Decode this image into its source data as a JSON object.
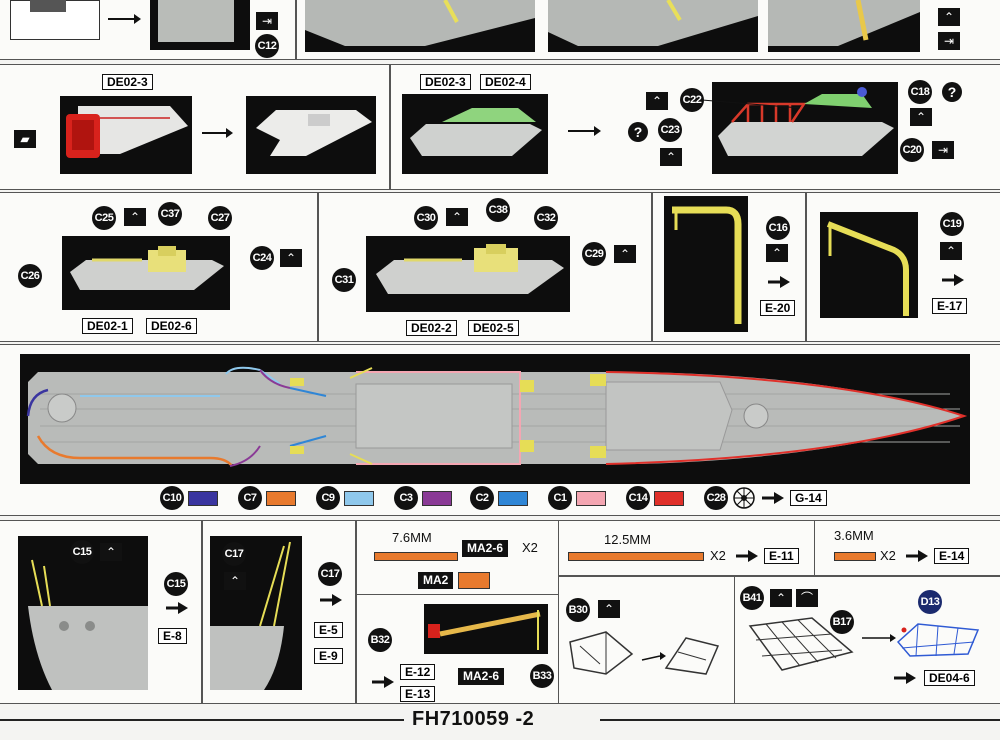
{
  "row1": {
    "ref_c12": "C12"
  },
  "row2": {
    "p1_label": "DE02-3",
    "p2_labels": [
      "DE02-3",
      "DE02-4"
    ],
    "parts": {
      "c22": "C22",
      "c23": "C23",
      "c18": "C18",
      "c20": "C20"
    },
    "question": "?"
  },
  "row3": {
    "boat1": {
      "c25": "C25",
      "c37": "C37",
      "c27": "C27",
      "c24": "C24",
      "c26": "C26",
      "labels": [
        "DE02-1",
        "DE02-6"
      ]
    },
    "boat2": {
      "c30": "C30",
      "c38": "C38",
      "c32": "C32",
      "c29": "C29",
      "c31": "C31",
      "labels": [
        "DE02-2",
        "DE02-5"
      ]
    },
    "crane1": {
      "part": "C16",
      "target": "E-20"
    },
    "crane2": {
      "part": "C19",
      "target": "E-17"
    }
  },
  "legend": {
    "items": [
      {
        "part": "C10",
        "color": "#3a35a0"
      },
      {
        "part": "C7",
        "color": "#e87a2e"
      },
      {
        "part": "C9",
        "color": "#8fc8ec"
      },
      {
        "part": "C3",
        "color": "#8a3a96"
      },
      {
        "part": "C2",
        "color": "#2f86d6"
      },
      {
        "part": "C1",
        "color": "#f4a6b2"
      },
      {
        "part": "C14",
        "color": "#e0302a"
      }
    ],
    "wheel_part": "C28",
    "wheel_target": "G-14"
  },
  "row5": {
    "c15": {
      "part": "C15",
      "targets": [
        "E-8"
      ]
    },
    "c17": {
      "part": "C17",
      "targets": [
        "E-5",
        "E-9"
      ]
    },
    "rod1": {
      "length": "7.6MM",
      "material": "MA2-6",
      "mult": "X2",
      "mat2": "MA2"
    },
    "rod2": {
      "length": "12.5MM",
      "mult": "X2",
      "target": "E-11"
    },
    "rod3": {
      "length": "3.6MM",
      "mult": "X2",
      "target": "E-14"
    },
    "mast": {
      "b32": "B32",
      "b33": "B33",
      "material": "MA2-6",
      "targets": [
        "E-12",
        "E-13"
      ]
    },
    "b30": "B30",
    "b41": "B41",
    "b17": "B17",
    "d13": "D13",
    "de_target": "DE04-6"
  },
  "footer": {
    "page": "FH710059 -2"
  }
}
